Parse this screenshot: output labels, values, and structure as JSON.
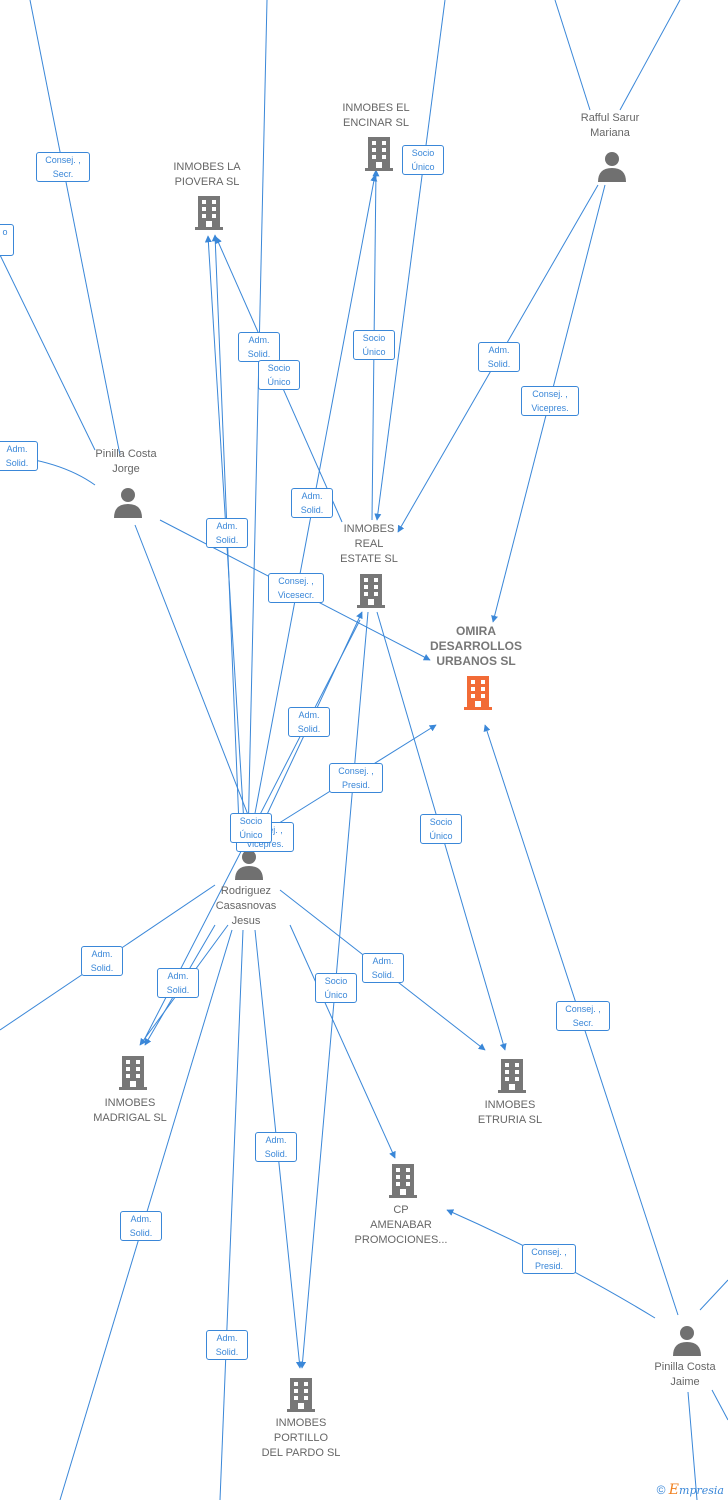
{
  "colors": {
    "edge": "#3a87d8",
    "company": "#777777",
    "highlight": "#f26b36",
    "person": "#707070"
  },
  "nodes": {
    "inmobes_encinar": "INMOBES EL\nENCINAR  SL",
    "inmobes_piovera": "INMOBES LA\nPIOVERA  SL",
    "rafful": "Rafful Sarur\nMariana",
    "pinilla_jorge": "Pinilla Costa\nJorge",
    "inmobes_real": "INMOBES\nREAL\nESTATE  SL",
    "omira": "OMIRA\nDESARROLLOS\nURBANOS  SL",
    "rodriguez": "Rodriguez\nCasasnovas\nJesus",
    "inmobes_madrigal": "INMOBES\nMADRIGAL  SL",
    "inmobes_etruria": "INMOBES\nETRURIA  SL",
    "cp_amenabar": "CP\nAMENABAR\nPROMOCIONES...",
    "inmobes_portillo": "INMOBES\nPORTILLO\nDEL PARDO  SL",
    "pinilla_jaime": "Pinilla Costa\nJaime"
  },
  "edge_labels": {
    "e1": "Consej. ,\nSecr.",
    "e2": "Socio\nÚnico",
    "e3": "o",
    "e4": "Adm.\nSolid.",
    "e5": "Socio\nÚnico",
    "e6": "Socio\nÚnico",
    "e7": "Adm.\nSolid.",
    "e8": "Consej. ,\nVicepres.",
    "e9": "Adm.\nSolid.",
    "e10": "Adm.\nSolid.",
    "e11": "Adm.\nSolid.",
    "e12": "Consej. ,\nVicesecr.",
    "e13": "Adm.\nSolid.",
    "e14": "Consej. ,\nPresid.",
    "e15": "Socio\nÚnico",
    "e16": "Socio\nÚnico",
    "e17": "Consej. ,\nVicepres.",
    "e18": "Adm.\nSolid.",
    "e19": "Adm.\nSolid.",
    "e20": "Socio\nÚnico",
    "e21": "Adm.\nSolid.",
    "e22": "Consej. ,\nSecr.",
    "e23": "Adm.\nSolid.",
    "e24": "Adm.\nSolid.",
    "e25": "Consej. ,\nPresid.",
    "e26": "Adm.\nSolid."
  },
  "footer": {
    "copyright_symbol": "©",
    "brand_initial": "E",
    "brand_rest": "mpresia"
  }
}
